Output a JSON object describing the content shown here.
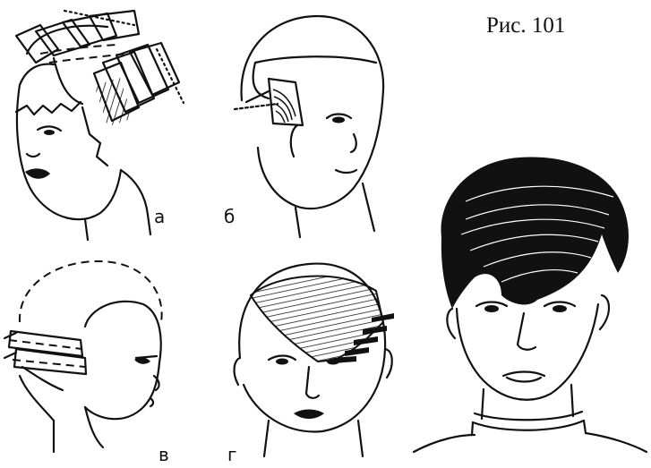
{
  "figure": {
    "caption": "Рис. 101",
    "panels": [
      {
        "id": "a",
        "label": "а"
      },
      {
        "id": "b",
        "label": "б"
      },
      {
        "id": "v",
        "label": "в"
      },
      {
        "id": "g",
        "label": "г"
      }
    ]
  },
  "colors": {
    "ink": "#111111",
    "paper": "#ffffff"
  }
}
